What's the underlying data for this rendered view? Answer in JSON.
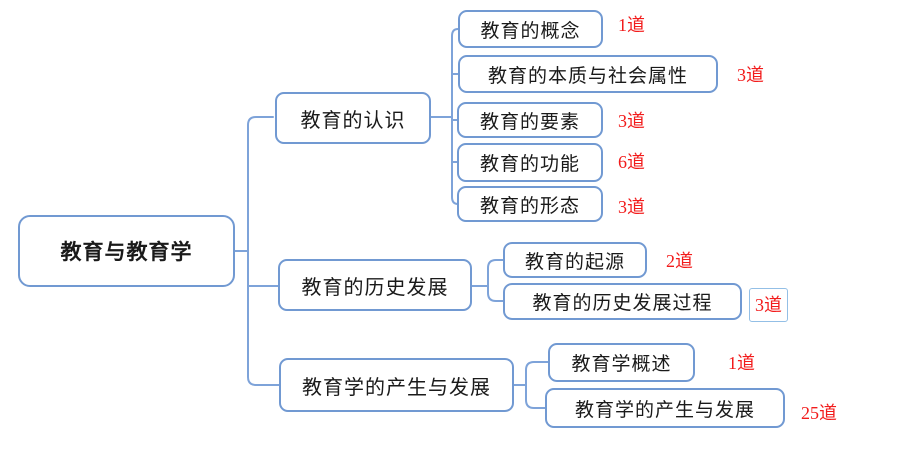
{
  "diagram": {
    "type": "mindmap-tree",
    "root": {
      "label": "教育与教育学"
    },
    "branches": [
      {
        "label": "教育的认识",
        "children": [
          {
            "label": "教育的概念",
            "count": "1道"
          },
          {
            "label": "教育的本质与社会属性",
            "count": "3道"
          },
          {
            "label": "教育的要素",
            "count": "3道"
          },
          {
            "label": "教育的功能",
            "count": "6道"
          },
          {
            "label": "教育的形态",
            "count": "3道"
          }
        ]
      },
      {
        "label": "教育的历史发展",
        "children": [
          {
            "label": "教育的起源",
            "count": "2道"
          },
          {
            "label": "教育的历史发展过程",
            "count": "3道",
            "count_boxed": true
          }
        ]
      },
      {
        "label": "教育学的产生与发展",
        "children": [
          {
            "label": "教育学概述",
            "count": "1道"
          },
          {
            "label": "教育学的产生与发展",
            "count": "25道"
          }
        ]
      }
    ],
    "colors": {
      "connector_line": "#7ea3d9",
      "node_border": "#7199d2",
      "node_background": "#ffffff",
      "node_text": "#1a1a1a",
      "count_text": "#f21b1b",
      "count_box_border": "#93bfe6"
    }
  }
}
